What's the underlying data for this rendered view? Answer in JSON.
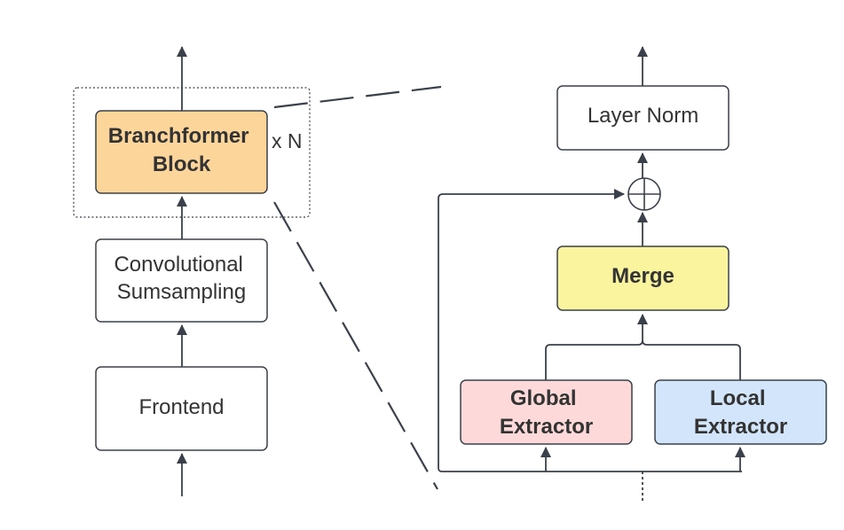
{
  "left_stack": {
    "branchformer_block": {
      "line1": "Branchformer",
      "line2": "Block",
      "fill": "#FCD59B"
    },
    "repeat_label": "x N",
    "conv_subsampling": {
      "line1": "Convolutional",
      "line2": "Sumsampling"
    },
    "frontend": "Frontend"
  },
  "right_detail": {
    "layer_norm": "Layer Norm",
    "add_symbol": "circled-plus",
    "merge": {
      "label": "Merge",
      "fill": "#FBF49F"
    },
    "global_extractor": {
      "line1": "Global",
      "line2": "Extractor",
      "fill": "#FDD9D9"
    },
    "local_extractor": {
      "line1": "Local",
      "line2": "Extractor",
      "fill": "#D3E5FB"
    }
  },
  "colors": {
    "stroke": "#3A414A",
    "text": "#333333"
  }
}
